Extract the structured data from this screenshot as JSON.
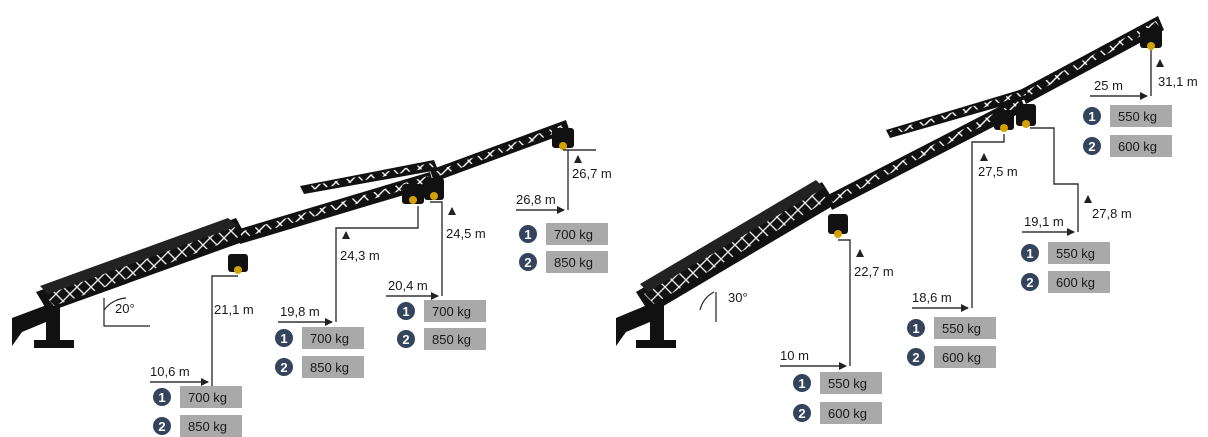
{
  "colors": {
    "boom": "#111111",
    "guide_line": "#333333",
    "capacity_box": "#a9a9a9",
    "badge": "#33445c"
  },
  "left_crane": {
    "angle": "20°",
    "positions": [
      {
        "radius": "10,6 m",
        "height": "21,1 m",
        "load_1": "700 kg",
        "load_2": "850 kg"
      },
      {
        "radius": "19,8 m",
        "height": "24,3 m",
        "load_1": "700 kg",
        "load_2": "850 kg"
      },
      {
        "radius": "20,4 m",
        "height": "24,5 m",
        "load_1": "700 kg",
        "load_2": "850 kg"
      },
      {
        "radius": "26,8 m",
        "height": "26,7 m",
        "load_1": "700 kg",
        "load_2": "850 kg"
      }
    ]
  },
  "right_crane": {
    "angle": "30°",
    "positions": [
      {
        "radius": "10 m",
        "height": "22,7 m",
        "load_1": "550 kg",
        "load_2": "600 kg"
      },
      {
        "radius": "18,6 m",
        "height": "27,5 m",
        "load_1": "550 kg",
        "load_2": "600 kg"
      },
      {
        "radius": "19,1 m",
        "height": "27,8 m",
        "load_1": "550 kg",
        "load_2": "600 kg"
      },
      {
        "radius": "25 m",
        "height": "31,1 m",
        "load_1": "550 kg",
        "load_2": "600 kg"
      }
    ]
  },
  "badges": {
    "one": "1",
    "two": "2"
  }
}
